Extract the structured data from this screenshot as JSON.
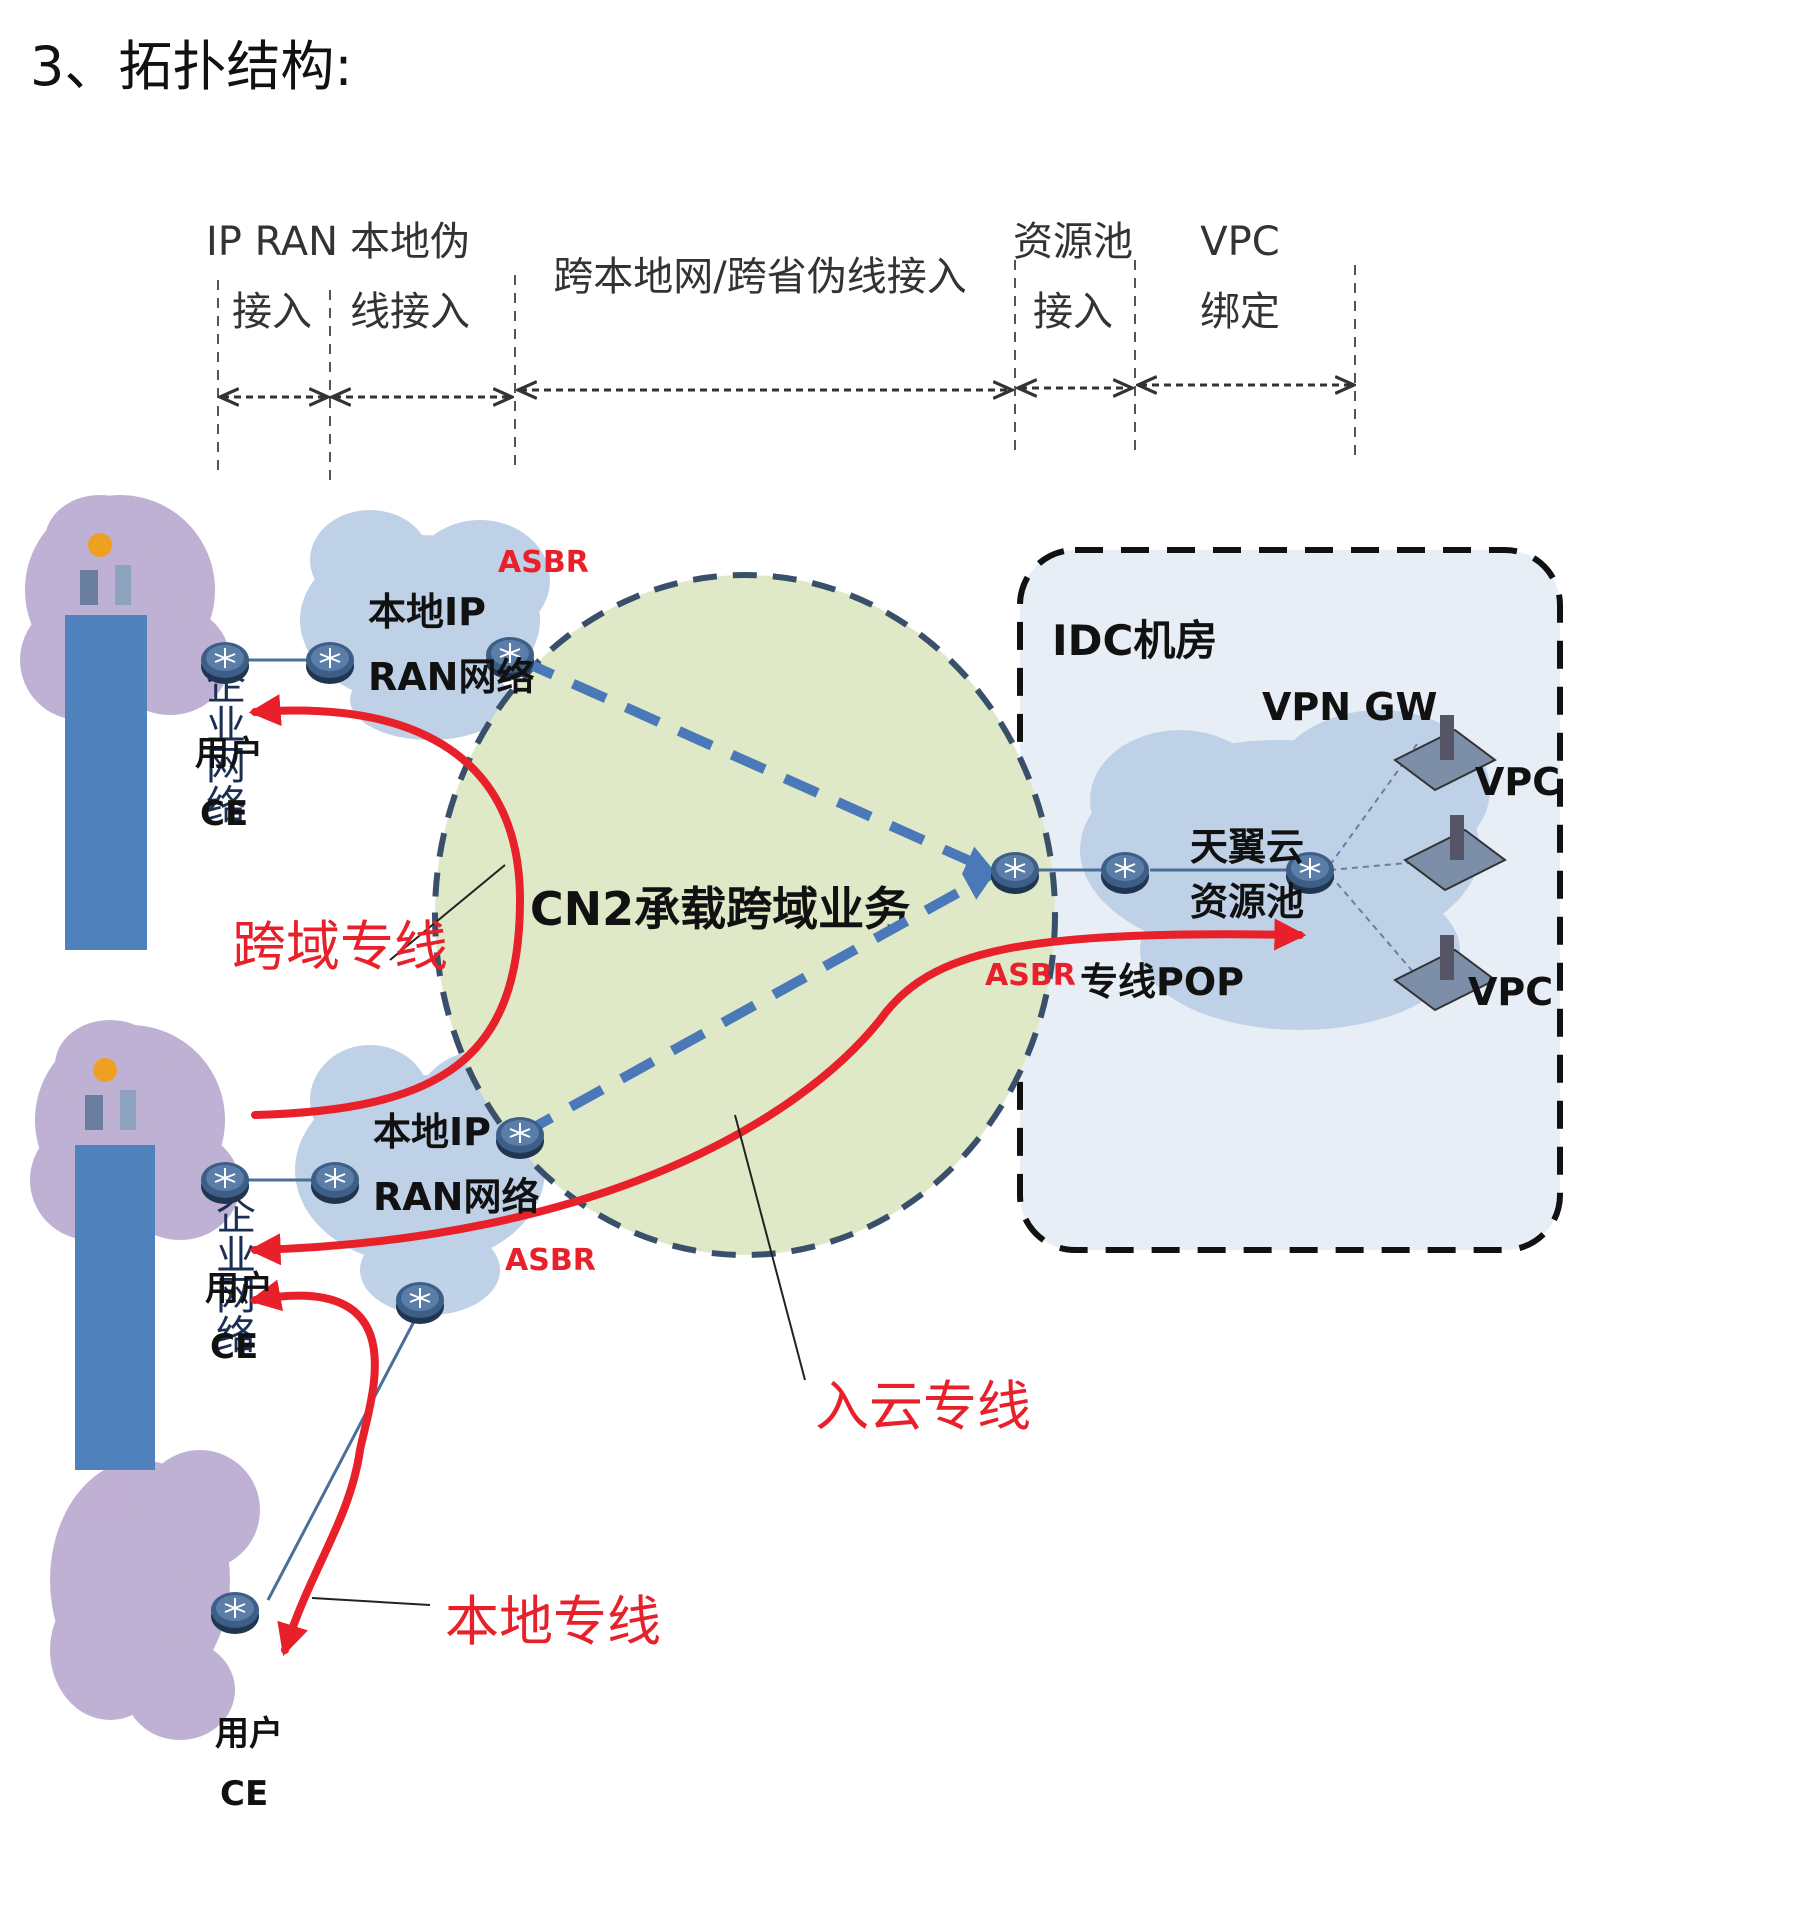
{
  "heading": "3、拓扑结构:",
  "segments": {
    "ip_ran": [
      "IP RAN",
      "接入"
    ],
    "local_pw": [
      "本地伪",
      "线接入"
    ],
    "cross": "跨本地网/跨省伪线接入",
    "pool": [
      "资源池",
      "接入"
    ],
    "vpc": [
      "VPC",
      "绑定"
    ]
  },
  "enterprise_label": "企业网络",
  "enterprise_label_2": "企业网络",
  "user_ce": [
    "用户",
    "CE"
  ],
  "user_ce_2": [
    "用户",
    "CE"
  ],
  "user_ce_3": [
    "用户",
    "CE"
  ],
  "ran_top": [
    "本地IP",
    "RAN网络"
  ],
  "ran_bottom": [
    "本地IP",
    "RAN网络"
  ],
  "asbr": "ASBR",
  "asbr_2": "ASBR",
  "asbr_3": "ASBR",
  "cn2": "CN2承载跨域业务",
  "idc_title": "IDC机房",
  "vpn_gw": "VPN GW",
  "pool_label": [
    "天翼云",
    "资源池"
  ],
  "pop_label": "专线POP",
  "vpc_1": "VPC",
  "vpc_2": "VPC",
  "annot_cross": "跨域专线",
  "annot_cloud": "入云专线",
  "annot_local": "本地专线",
  "colors": {
    "red": "#e8202a",
    "dashed_blue": "#4a78b8",
    "cn2_fill": "#dfe9c8",
    "enterprise_blue": "#4f81bd",
    "cloud_purple": "#b9a9cf",
    "cloud_blue": "#b9cde4",
    "idc_fill": "#e8eef6"
  }
}
